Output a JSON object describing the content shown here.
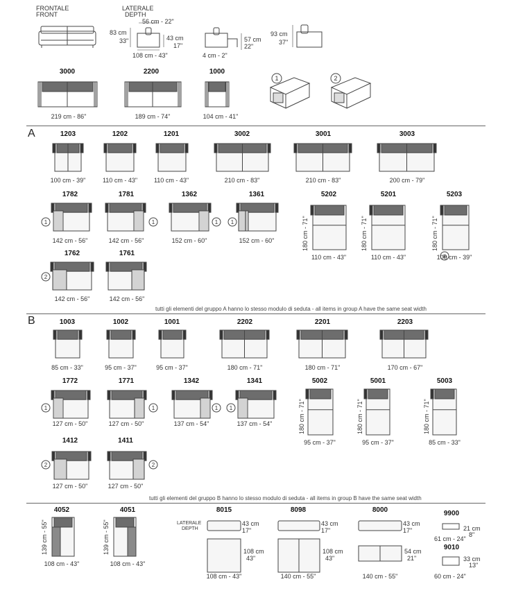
{
  "top": {
    "front_label": [
      "FRONTALE",
      "FRONT"
    ],
    "side_label": [
      "LATERALE",
      "DEPTH"
    ],
    "depth": "56 cm - 22\"",
    "height_cm": "83 cm",
    "height_in": "33\"",
    "seat_cm": "43 cm",
    "seat_in": "17\"",
    "side_width": "108 cm - 43\"",
    "mech_label": "4 cm - 2\"",
    "mech_h_cm": "57 cm",
    "mech_h_in": "22\"",
    "head_cm": "93 cm",
    "head_in": "37\"",
    "modules": [
      {
        "code": "3000",
        "dim": "219 cm - 86\""
      },
      {
        "code": "2200",
        "dim": "189 cm - 74\""
      },
      {
        "code": "1000",
        "dim": "104 cm - 41\""
      }
    ],
    "storage": [
      "1",
      "2"
    ]
  },
  "groupA": {
    "letter": "A",
    "row1": [
      {
        "code": "1203",
        "dim": "100 cm - 39\""
      },
      {
        "code": "1202",
        "dim": "110 cm - 43\""
      },
      {
        "code": "1201",
        "dim": "110 cm - 43\""
      },
      {
        "code": "3002",
        "dim": "210 cm - 83\""
      },
      {
        "code": "3001",
        "dim": "210 cm - 83\""
      },
      {
        "code": "3003",
        "dim": "200 cm - 79\""
      }
    ],
    "row2": [
      {
        "code": "1782",
        "dim": "142 cm - 56\"",
        "marker": "1"
      },
      {
        "code": "1781",
        "dim": "142 cm - 56\"",
        "marker": "1"
      },
      {
        "code": "1362",
        "dim": "152 cm - 60\"",
        "marker": "1"
      },
      {
        "code": "1361",
        "dim": "152 cm - 60\"",
        "marker": "1"
      }
    ],
    "chaise": [
      {
        "code": "5202",
        "dim": "110 cm - 43\"",
        "len": "180 cm - 71\""
      },
      {
        "code": "5201",
        "dim": "110 cm - 43\"",
        "len": "180 cm - 71\""
      },
      {
        "code": "5203",
        "dim": "100 cm - 39\"",
        "len": "180 cm - 71\""
      }
    ],
    "row3": [
      {
        "code": "1762",
        "dim": "142 cm - 56\"",
        "marker": "2"
      },
      {
        "code": "1761",
        "dim": "142 cm - 56\""
      }
    ],
    "note": "tutti gli elementi  del gruppo A hanno lo stesso modulo di  seduta  -  all items in group A have the same seat width"
  },
  "groupB": {
    "letter": "B",
    "row1": [
      {
        "code": "1003",
        "dim": "85 cm - 33\""
      },
      {
        "code": "1002",
        "dim": "95 cm - 37\""
      },
      {
        "code": "1001",
        "dim": "95 cm - 37\""
      },
      {
        "code": "2202",
        "dim": "180 cm - 71\""
      },
      {
        "code": "2201",
        "dim": "180 cm - 71\""
      },
      {
        "code": "2203",
        "dim": "170 cm - 67\""
      }
    ],
    "row2": [
      {
        "code": "1772",
        "dim": "127 cm - 50\"",
        "marker": "1"
      },
      {
        "code": "1771",
        "dim": "127 cm - 50\"",
        "marker": "1"
      },
      {
        "code": "1342",
        "dim": "137 cm - 54\"",
        "marker": "1"
      },
      {
        "code": "1341",
        "dim": "137 cm - 54\"",
        "marker": "1"
      }
    ],
    "chaise": [
      {
        "code": "5002",
        "dim": "95 cm - 37\"",
        "len": "180 cm - 71\""
      },
      {
        "code": "5001",
        "dim": "95 cm - 37\"",
        "len": "180 cm - 71\""
      },
      {
        "code": "5003",
        "dim": "85 cm - 33\"",
        "len": "180 cm - 71\""
      }
    ],
    "row3": [
      {
        "code": "1412",
        "dim": "127 cm - 50\"",
        "marker": "2"
      },
      {
        "code": "1411",
        "dim": "127 cm - 50\"",
        "marker": "2"
      }
    ],
    "note": "tutti gli elementi  del gruppo B hanno lo stesso modulo di  seduta  -  all items in group B have the same seat width"
  },
  "bottom": {
    "corners": [
      {
        "code": "4052",
        "dim": "108 cm - 43\"",
        "len": "139 cm - 55\""
      },
      {
        "code": "4051",
        "dim": "108 cm - 43\"",
        "len": "139 cm - 55\""
      }
    ],
    "side_label": [
      "LATERALE",
      "DEPTH"
    ],
    "ottomans": [
      {
        "code": "8015",
        "h_cm": "43 cm",
        "h_in": "17\"",
        "d_cm": "108 cm",
        "d_in": "43\"",
        "dim": "108 cm - 43\""
      },
      {
        "code": "8098",
        "h_cm": "43 cm",
        "h_in": "17\"",
        "d_cm": "108 cm",
        "d_in": "43\"",
        "dim": "140 cm - 55\""
      },
      {
        "code": "8000",
        "h_cm": "43 cm",
        "h_in": "17\"",
        "d_cm": "54 cm",
        "d_in": "21\"",
        "dim": "140 cm - 55\""
      }
    ],
    "small": [
      {
        "code": "9900",
        "h_cm": "21 cm",
        "h_in": "8\"",
        "dim": "61 cm - 24\""
      },
      {
        "code": "9010",
        "h_cm": "33 cm",
        "h_in": "13\"",
        "dim": "60 cm - 24\""
      }
    ]
  },
  "colors": {
    "line": "#444444",
    "cushion": "#6d6d6d",
    "seat": "#f4f4f4",
    "wood": "#b0b0b0"
  }
}
